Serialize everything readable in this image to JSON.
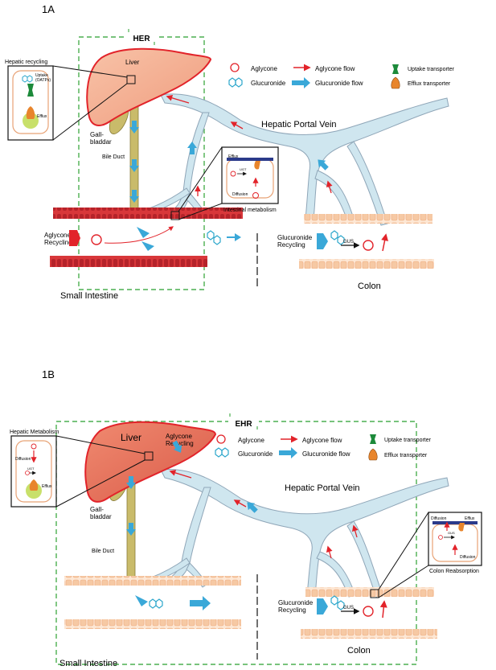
{
  "colors": {
    "aglycone": "#e2232a",
    "glucuronide": "#2ba6cb",
    "flow_blue": "#3aa8d8",
    "liver_fill_a": "#f6b49a",
    "liver_fill_b": "#ea6a55",
    "liver_stroke": "#e2232a",
    "portal_vein": "#cfe6ef",
    "portal_stroke": "#8fa6b8",
    "bile_duct": "#c9bb6a",
    "small_intestine": "#d8373a",
    "colon": "#f6c9a4",
    "dashed_box": "#4caf50",
    "uptake_transporter": "#1c8a3a",
    "efflux_transporter": "#e8852c",
    "cell_outline": "#e8a275",
    "nucleus": "#c8e06a"
  },
  "panel_a": {
    "label": "1A",
    "region_label": "HER",
    "liver": "Liver",
    "gallbladder": "Gall-\nbladdar",
    "bile_duct": "Bile Duct",
    "portal_vein": "Hepatic Portal Vein",
    "small_intestine": "Small Intestine",
    "colon": "Colon",
    "aglycone_recycling": "Aglycone\nRecycling",
    "glucuronide_recycling": "Glucuronide\nRecycling",
    "gus": "GUS",
    "legend": {
      "aglycone": "Aglycone",
      "glucuronide": "Glucuronide",
      "aglycone_flow": "Aglycone flow",
      "glucuronide_flow": "Glucuronide flow",
      "uptake": "Uptake transporter",
      "efflux": "Efflux transporter"
    },
    "inset_hepatic": {
      "title": "Hepatic recycling",
      "uptake": "Uptake\n(OATPs)",
      "efflux": "Efflux"
    },
    "inset_intestinal": {
      "caption": "Intestinal metabolism",
      "efflux": "Efflux",
      "ugt": "UGT",
      "diffusion": "Diffusion"
    }
  },
  "panel_b": {
    "label": "1B",
    "region_label": "EHR",
    "liver": "Liver",
    "aglycone_recycling": "Aglycone\nRecycling",
    "gallbladder": "Gall-\nbladdar",
    "bile_duct": "Bile Duct",
    "portal_vein": "Hepatic Portal Vein",
    "small_intestine": "Small Intestine",
    "colon": "Colon",
    "glucuronide_recycling": "Glucuronide\nRecycling",
    "gus": "GUS",
    "legend": {
      "aglycone": "Aglycone",
      "glucuronide": "Glucuronide",
      "aglycone_flow": "Aglycone flow",
      "glucuronide_flow": "Glucuronide flow",
      "uptake": "Uptake transporter",
      "efflux": "Efflux transporter"
    },
    "inset_hepatic": {
      "title": "Hepatic Metabolism",
      "diffusion": "Diffusion",
      "ugt": "UGT",
      "efflux": "Efflux"
    },
    "inset_colon": {
      "caption": "Colon Reabsorption",
      "diffusion_top": "Diffusion",
      "efflux": "Efflux",
      "gus": "GUS",
      "diffusion_bottom": "Diffusion"
    }
  }
}
